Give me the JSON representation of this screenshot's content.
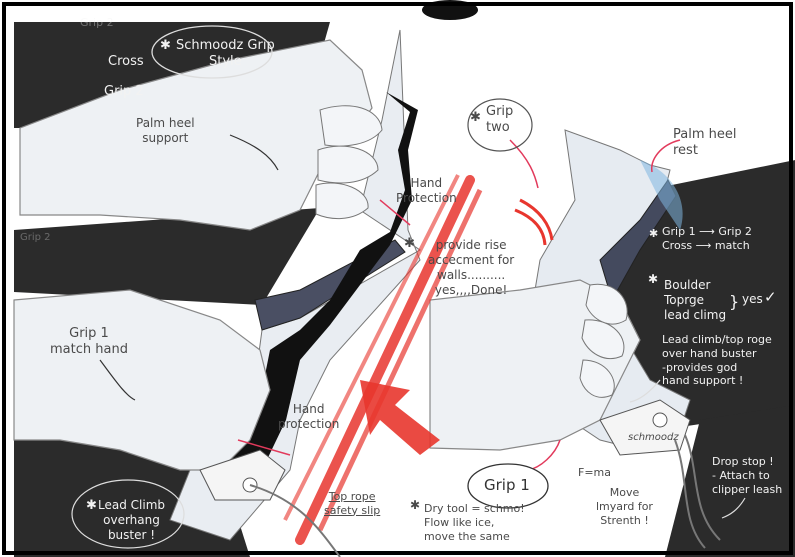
{
  "notes": {
    "grip2_top": "Grip 2",
    "cross": "Cross",
    "style_title": "Schmoodz Grip\nStyle",
    "grip2": "Grip 2",
    "palm_heel_support": "Palm heel\nsupport",
    "grip_two": "Grip\ntwo",
    "hand_protection_top": "Hand\nProtection",
    "rise_note": "provide rise\naccecment for\nwalls..........\nyes,,,,Done!",
    "palm_heel_rest": "Palm heel\nrest",
    "grip_cross_match": "Grip 1 ⟶ Grip 2\nCross ⟶ match",
    "grip_z_left": "Grip 2",
    "grip1_match": "Grip 1\nmatch hand",
    "boulder_note": "Boulder\nToprge\nlead climg",
    "yes": "yes",
    "lead_buster_right": "Lead climb/top roge\nover hand buster\n-provides god\nhand support !",
    "hand_protection_bottom": "Hand\nprotection",
    "lead_climb_overhang": "Lead Climb\noverhang\nbuster !",
    "top_rope_slip": "Top rope\nsafety slip",
    "dry_tool": "Dry tool = schmo!\nFlow like ice,\nmove the same",
    "grip1": "Grip 1",
    "fma": "F=ma",
    "move_lanyard": "Move\nlmyard for\nStrenth !",
    "drop_stop": "Drop stop !\n- Attach to\nclipper leash",
    "engraving": "schmoodz"
  },
  "colors": {
    "dark": "#2b2b2b",
    "accent_red": "#e8362e",
    "pink": "#e23a5c",
    "blue_tint": "#7fb6e0"
  },
  "icons": [
    "asterisk-icon",
    "arrow-icon",
    "brace-icon",
    "checkmark-icon"
  ]
}
